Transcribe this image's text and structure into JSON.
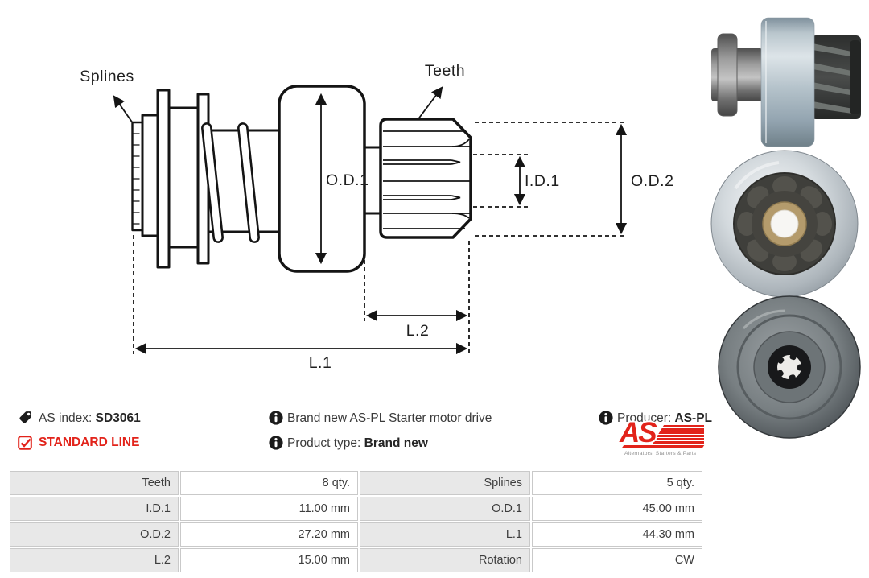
{
  "drawing": {
    "labels": {
      "splines": "Splines",
      "teeth": "Teeth",
      "od1": "O.D.1",
      "id1": "I.D.1",
      "od2": "O.D.2",
      "l1": "L.1",
      "l2": "L.2"
    }
  },
  "info": {
    "as_index_label": "AS index:",
    "as_index_value": "SD3061",
    "standard_line": "STANDARD LINE",
    "description": "Brand new AS-PL Starter motor drive",
    "product_type_label": "Product type:",
    "product_type_value": "Brand new",
    "producer_label": "Producer:",
    "producer_value": "AS-PL"
  },
  "logo": {
    "text": "AS",
    "tagline": "Alternators, Starters & Parts"
  },
  "specs": {
    "rows": [
      {
        "l1": "Teeth",
        "v1": "8 qty.",
        "l2": "Splines",
        "v2": "5 qty."
      },
      {
        "l1": "I.D.1",
        "v1": "11.00 mm",
        "l2": "O.D.1",
        "v2": "45.00 mm"
      },
      {
        "l1": "O.D.2",
        "v1": "27.20 mm",
        "l2": "L.1",
        "v2": "44.30 mm"
      },
      {
        "l1": "L.2",
        "v1": "15.00 mm",
        "l2": "Rotation",
        "v2": "CW"
      }
    ]
  },
  "colors": {
    "accent_red": "#e2231a",
    "table_header_bg": "#e8e8e8",
    "table_border": "#c9c9c9"
  }
}
